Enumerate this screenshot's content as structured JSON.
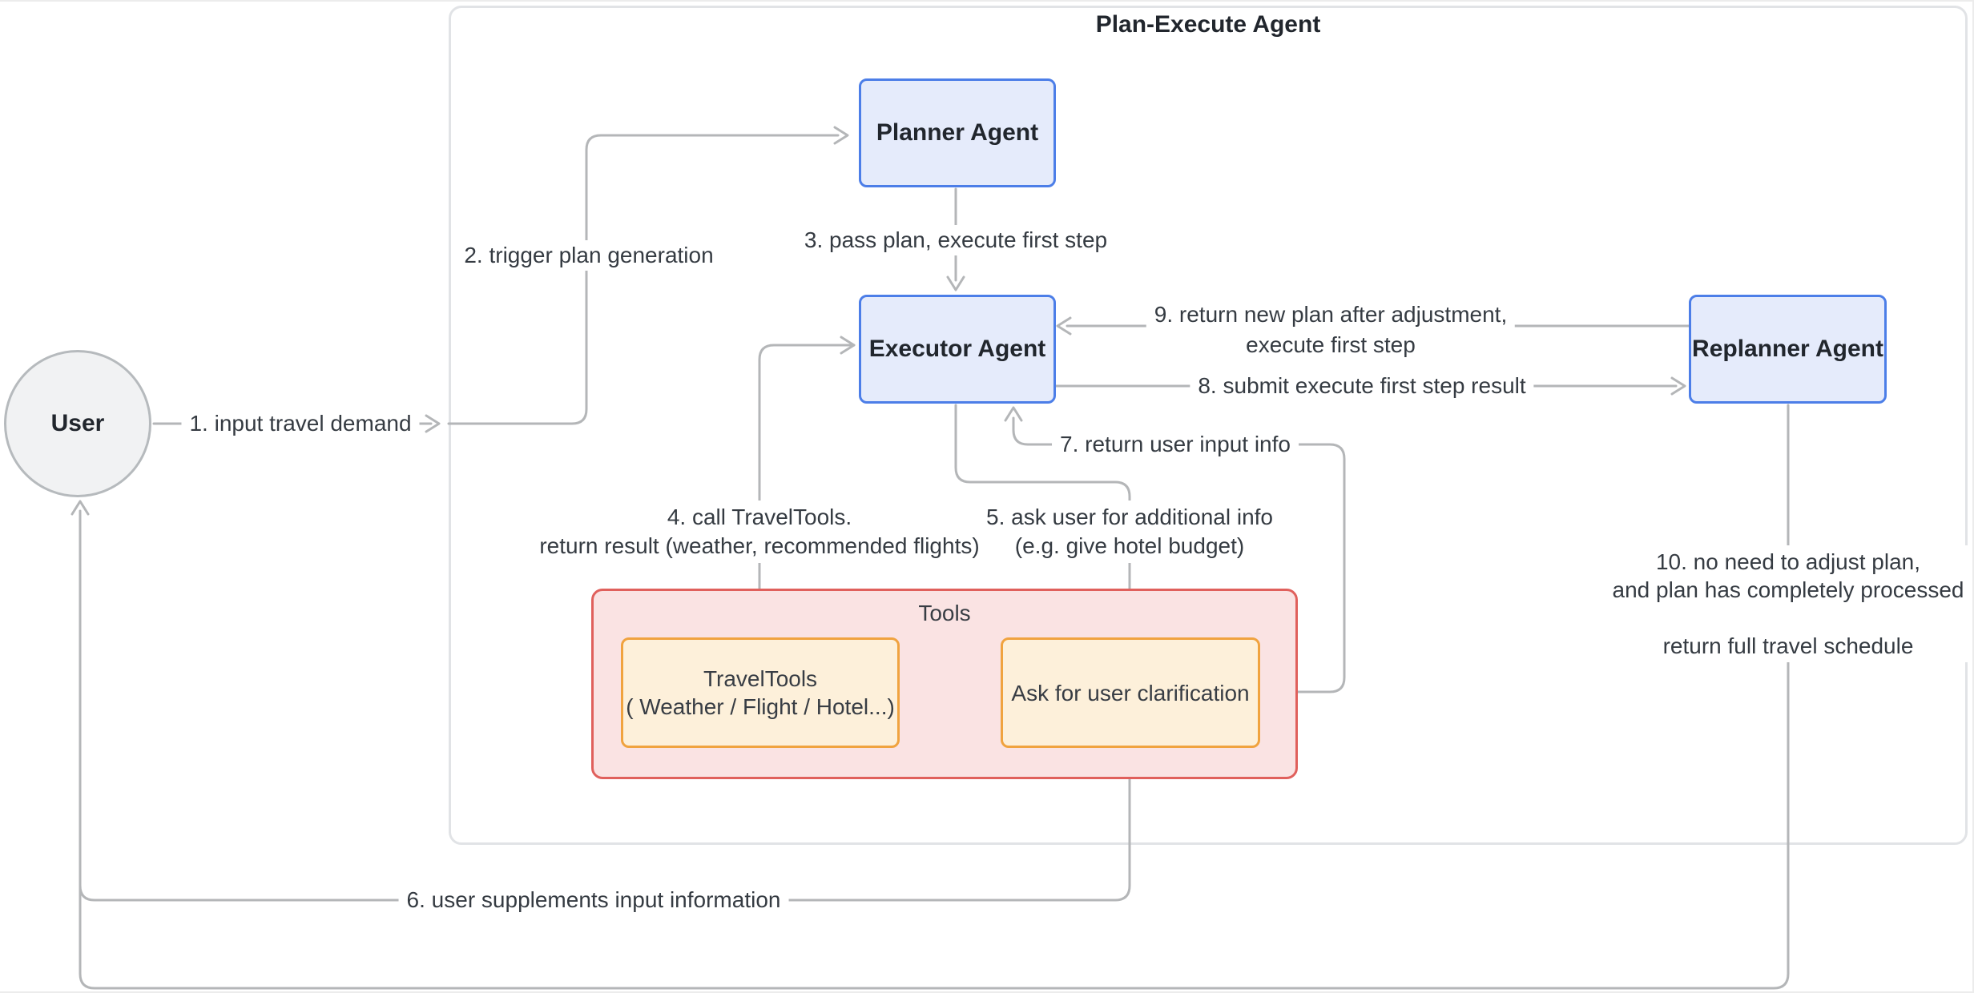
{
  "title": "Plan-Execute Agent",
  "nodes": {
    "user": {
      "label": "User"
    },
    "planner": {
      "label": "Planner Agent"
    },
    "executor": {
      "label": "Executor Agent"
    },
    "replanner": {
      "label": "Replanner Agent"
    },
    "tools_group": {
      "label": "Tools"
    },
    "travel_tools": {
      "line1": "TravelTools",
      "line2": "( Weather / Flight / Hotel...)"
    },
    "ask_clarification": {
      "label": "Ask for user clarification"
    }
  },
  "edges": {
    "e1": {
      "label": "1. input travel demand"
    },
    "e2": {
      "label": "2. trigger plan generation"
    },
    "e3": {
      "label": "3. pass plan, execute first step"
    },
    "e4": {
      "line1": "4. call TravelTools.",
      "line2": "return result (weather, recommended flights)"
    },
    "e5": {
      "line1": "5. ask user for additional info",
      "line2": "(e.g. give hotel budget)"
    },
    "e6": {
      "label": "6. user supplements input information"
    },
    "e7": {
      "label": "7. return user input info"
    },
    "e8": {
      "label": "8. submit execute first step result"
    },
    "e9": {
      "line1": "9. return new plan after adjustment,",
      "line2": "execute first step"
    },
    "e10": {
      "line1": "10. no need to adjust plan,",
      "line2": "and plan has completely processed",
      "line3": "return full travel schedule"
    }
  },
  "colors": {
    "line": "#b4b6b8",
    "blue-border": "#4c7ee8",
    "blue-fill": "#e5ebfb",
    "circle-fill": "#f1f2f3",
    "circle-border": "#b6babd",
    "tools-border": "#e0605c",
    "tools-fill": "#fae3e3",
    "orange-border": "#f0a33f",
    "orange-fill": "#fdf0da",
    "container-border": "#e1e3e6",
    "label-text": "#353b42",
    "node-text": "#21262d"
  }
}
